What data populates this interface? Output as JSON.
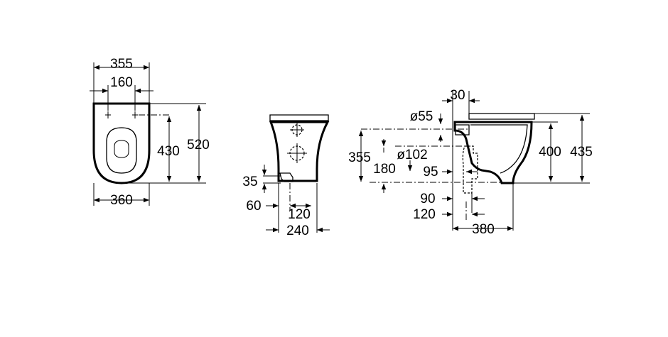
{
  "top_view": {
    "width_top": "355",
    "hole_spacing": "160",
    "width_bottom": "360",
    "hole_to_front": "430",
    "total_length": "520"
  },
  "front_view": {
    "inlet_height": "35",
    "inlet_offset": "60",
    "outlet_width": "120",
    "total_width": "240"
  },
  "side_view": {
    "seat_offset": "30",
    "inlet_diameter": "ø55",
    "outlet_diameter": "ø102",
    "inlet_height": "355",
    "outlet_height": "180",
    "outlet_offset": "95",
    "outlet_dist_1": "90",
    "outlet_dist_2": "120",
    "depth": "380",
    "bowl_height": "400",
    "total_height": "435"
  }
}
